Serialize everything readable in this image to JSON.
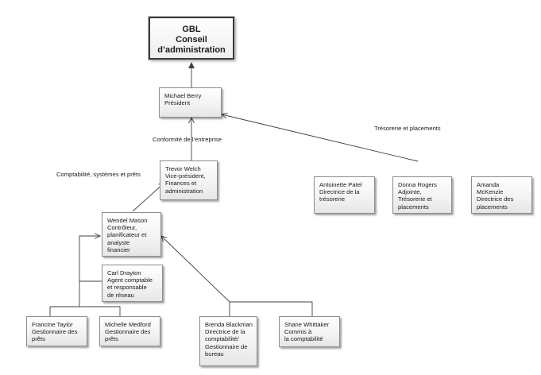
{
  "nodes": {
    "gbl": "GBL\nConseil\nd’administration",
    "berry": "Michael Berry\nPrésident",
    "welch": "Trevor Welch\nVice-président,\nFinances et\nadministration",
    "patel": "Antoinette Patel\nDirectrice de la\ntrésorerie",
    "rogers": "Donna Rogers\nAdjointe,\nTrésorerie et\nplacements",
    "mckenzie": "Amanda\nMcKenzie\nDirectrice des\nplacements",
    "mason": "Wendel Mason\nContrôleur,\nplanificateur et\nanalyste\nfinancier",
    "drayton": "Carl Drayton\nAgent comptable\net responsable\nde réseau",
    "taylor": "Francine Taylor\nGestionnaire des\nprêts",
    "medford": "Michelle Medford\nGestionnaire des\nprêts",
    "blackman": "Brenda Blackman\nDirectrice de la\ncomptabilité/\nGestionnaire de\nbureau",
    "whittaker": "Shane Whittaker\nCommis à\nla  comptabilité"
  },
  "labels": {
    "conformite": "Conformité de l’entreprise",
    "tresorerie": "Trésorerie et placements",
    "comptabilite": "Comptabilité, systèmes et prêts"
  }
}
